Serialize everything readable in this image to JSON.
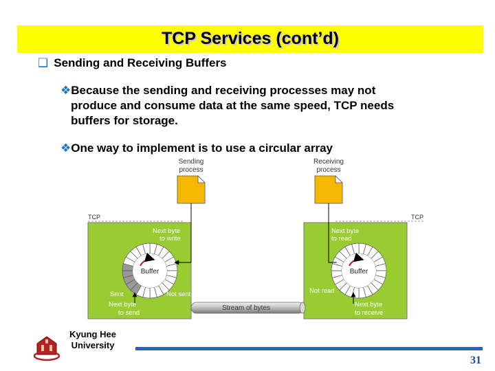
{
  "slide": {
    "title": "TCP Services (cont’d)",
    "bullet1": "Sending and Receiving Buffers",
    "sub1_line1": "Because the sending and receiving processes may not",
    "sub1_line2": "produce and consume data at the same speed, TCP needs",
    "sub1_line3": "buffers for storage.",
    "sub2": "One way to implement is to use a circular array"
  },
  "diagram": {
    "sending_process_1": "Sending",
    "sending_process_2": "process",
    "receiving_process_1": "Receiving",
    "receiving_process_2": "process",
    "tcp_left": "TCP",
    "tcp_right": "TCP",
    "next_write_1": "Next byte",
    "next_write_2": "to write",
    "buffer_left": "Buffer",
    "sent": "Sent",
    "not_sent": "Not sent",
    "next_send_1": "Next byte",
    "next_send_2": "to send",
    "stream": "Stream of bytes",
    "next_read_1": "Next byte",
    "next_read_2": "to read",
    "buffer_right": "Buffer",
    "not_read": "Not read",
    "next_receive_1": "Next byte",
    "next_receive_2": "to receive",
    "colors": {
      "tcp_box": "#99cc33",
      "file": "#f5b800",
      "sent_segments": "#999999"
    }
  },
  "footer": {
    "university_1": "Kyung Hee",
    "university_2": "University",
    "page_number": "31"
  }
}
